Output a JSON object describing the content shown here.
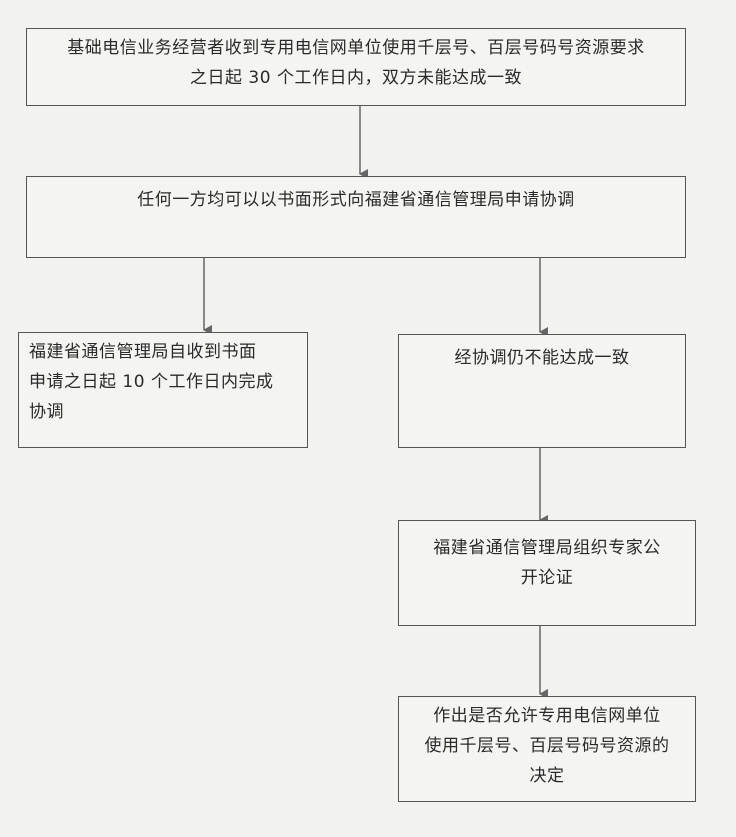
{
  "flowchart": {
    "step1": {
      "lines": [
        "基础电信业务经营者收到专用电信网单位使用千层号、百层号码号资源要求",
        "之日起 30 个工作日内，双方未能达成一致"
      ]
    },
    "step2": {
      "lines": [
        "任何一方均可以以书面形式向福建省通信管理局申请协调"
      ]
    },
    "step3_left": {
      "lines": [
        "福建省通信管理局自收到书面",
        "申请之日起 10 个工作日内完成",
        "协调"
      ]
    },
    "step3_right": {
      "lines": [
        "经协调仍不能达成一致"
      ]
    },
    "step4": {
      "lines": [
        "福建省通信管理局组织专家公",
        "开论证"
      ]
    },
    "step5": {
      "lines": [
        "作出是否允许专用电信网单位",
        "使用千层号、百层号码号资源的",
        "决定"
      ]
    }
  }
}
